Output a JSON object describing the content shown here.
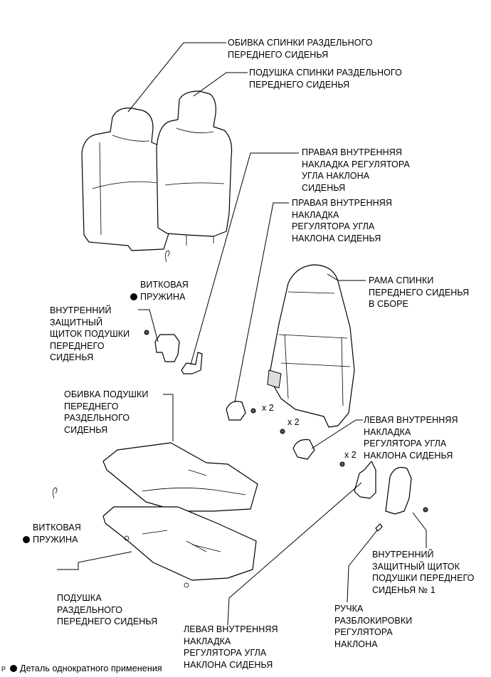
{
  "labels": {
    "seatback_cover": "ОБИВКА СПИНКИ РАЗДЕЛЬНОГО\nПЕРЕДНЕГО СИДЕНЬЯ",
    "seatback_pad": "ПОДУШКА СПИНКИ РАЗДЕЛЬНОГО\nПЕРЕДНЕГО СИДЕНЬЯ",
    "right_inner_cover_1": "ПРАВАЯ ВНУТРЕННЯЯ\nНАКЛАДКА РЕГУЛЯТОРА\nУГЛА НАКЛОНА\nСИДЕНЬЯ",
    "right_inner_cover_2": "ПРАВАЯ ВНУТРЕННЯЯ\nНАКЛАДКА\nРЕГУЛЯТОРА УГЛА\nНАКЛОНА СИДЕНЬЯ",
    "seatback_frame": "РАМА СПИНКИ\nПЕРЕДНЕГО СИДЕНЬЯ\nВ СБОРЕ",
    "coil_spring_upper": "ВИТКОВАЯ\nПРУЖИНА",
    "inner_shield_left": "ВНУТРЕННИЙ\nЗАЩИТНЫЙ\nЩИТОК ПОДУШКИ\nПЕРЕДНЕГО\nСИДЕНЬЯ",
    "cushion_cover": "ОБИВКА ПОДУШКИ\nПЕРЕДНЕГО\nРАЗДЕЛЬНОГО\nСИДЕНЬЯ",
    "left_inner_cover_1": "ЛЕВАЯ ВНУТРЕННЯЯ\nНАКЛАДКА\nРЕГУЛЯТОРА УГЛА\nНАКЛОНА СИДЕНЬЯ",
    "coil_spring_lower": "ВИТКОВАЯ\nПРУЖИНА",
    "inner_shield_right": "ВНУТРЕННИЙ\nЗАЩИТНЫЙ ЩИТОК\nПОДУШКИ ПЕРЕДНЕГО\nСИДЕНЬЯ № 1",
    "cushion_pad": "ПОДУШКА\nРАЗДЕЛЬНОГО\nПЕРЕДНЕГО СИДЕНЬЯ",
    "release_handle": "РУЧКА\nРАЗБЛОКИРОВКИ\nРЕГУЛЯТОРА\nНАКЛОНА",
    "left_inner_cover_2": "ЛЕВАЯ ВНУТРЕННЯЯ\nНАКЛАДКА\nРЕГУЛЯТОРА УГЛА\nНАКЛОНА СИДЕНЬЯ"
  },
  "quantities": {
    "q1": "x 2",
    "q2": "x 2",
    "q3": "x 2"
  },
  "legend": {
    "text": "Деталь однократного применения"
  },
  "corner_mark": "P"
}
